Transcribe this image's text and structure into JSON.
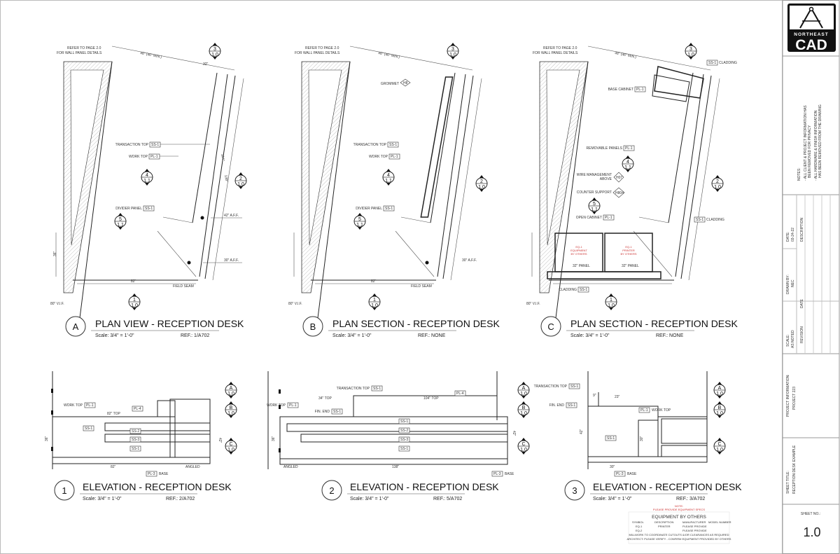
{
  "logo": {
    "line1": "NORTHEAST",
    "line2": "CAD"
  },
  "title_block": {
    "notes_label": "NOTES:",
    "notes": [
      "- ALL CLIENT & PROJECT INFORMATION HAS",
      "BEEN REMOVED FOR PRIVACY",
      "- ALL HARDWARE & FINISH INFORMATION",
      "HAS BEEN REMOVED FROM THE DRAWING"
    ],
    "drawn_by_label": "DRAWN BY:",
    "drawn_by": "NEC",
    "date_label": "DATE:",
    "date": "03-24-22",
    "description_label": "DESCRIPTION",
    "scale_label": "SCALE:",
    "scale": "AS NOTED",
    "revision_label": "REVISION",
    "rev_date_label": "DATE",
    "project_label": "PROJECT INFORMATION:",
    "project": "PROJECT 223",
    "sheet_title_label": "SHEET TITLE:",
    "sheet_title": "RECEPTION DESK EXAMPLE",
    "sheet_no_label": "SHEET NO.:",
    "sheet_no": "1.0"
  },
  "views": [
    {
      "letter": "A",
      "title": "PLAN VIEW - RECEPTION DESK",
      "scale": "Scale: 3/4\" = 1'-0\"",
      "ref": "REF.:  1/A702"
    },
    {
      "letter": "B",
      "title": "PLAN SECTION - RECEPTION DESK",
      "scale": "Scale: 3/4\" = 1'-0\"",
      "ref": "REF.:  NONE"
    },
    {
      "letter": "C",
      "title": "PLAN SECTION - RECEPTION DESK",
      "scale": "Scale: 3/4\" = 1'-0\"",
      "ref": "REF.:  NONE"
    },
    {
      "letter": "1",
      "title": "ELEVATION - RECEPTION DESK",
      "scale": "Scale: 3/4\" = 1'-0\"",
      "ref": "REF.:  2/A702"
    },
    {
      "letter": "2",
      "title": "ELEVATION - RECEPTION DESK",
      "scale": "Scale: 3/4\" = 1'-0\"",
      "ref": "REF.:  5/A702"
    },
    {
      "letter": "3",
      "title": "ELEVATION - RECEPTION DESK",
      "scale": "Scale: 3/4\" = 1'-0\"",
      "ref": "REF.:  3/A702"
    }
  ],
  "plan_labels": {
    "refer": [
      "REFER TO PAGE 2.0",
      "FOR WALL PANEL DETAILS"
    ],
    "top_dim": "48\" (46\" MIN.)",
    "dim_32": "32\"",
    "dim_82": "82\"",
    "dim_104": "104\"",
    "dim_138": "138\"",
    "dim_36": "36\"",
    "vif": "80\" V.I.F.",
    "transaction_top": "TRANSACTION TOP",
    "ss1": "SS-1",
    "work_top": "WORK TOP",
    "pl1": "PL-1",
    "divider_panel": "DIVIDER PANEL",
    "aff42": "42\" A.F.F.",
    "aff30": "30\" A.F.F.",
    "field_seam": "FIELD SEAM",
    "grommet": "GROMMET",
    "h8": "H8",
    "base_cabinet": "BASE CABINET",
    "removable_panels": "REMOVABLE PANELS",
    "wire_mgmt": [
      "WIRE MANAGEMENT",
      "ABOVE"
    ],
    "h07": "H07",
    "counter_support": "COUNTER SUPPORT",
    "h804": "H804",
    "open_cabinet": "OPEN CABINET",
    "cladding": "CLADDING",
    "eq1": [
      "EQ-1",
      "EQUIPMENT",
      "BY OTHERS"
    ],
    "eq2": [
      "EQ-1",
      "PRINTER",
      "BY OTHERS"
    ],
    "panel32": "32\" PANEL"
  },
  "markers": {
    "m3": [
      "3",
      "1.0"
    ],
    "m4": [
      "4",
      "1.1"
    ],
    "m2": [
      "2",
      "1.0"
    ],
    "m5": [
      "5",
      "1.1"
    ],
    "m1": [
      "1",
      "1.0"
    ],
    "mA": [
      "A",
      "1.0"
    ],
    "mB": [
      "B",
      "1.0"
    ],
    "mC": [
      "C",
      "1.0"
    ]
  },
  "elev_labels": {
    "work_top": "WORK TOP",
    "pl1": "PL-1",
    "pl4": "PL-4",
    "top82": "82\" TOP",
    "ss1": "SS-1",
    "ss2": "SS-2",
    "ss3": "SS-3",
    "pl3": "PL-3",
    "base": "BASE",
    "dim82": "82\"",
    "angled": "ANGLED",
    "dim42": "42\"",
    "dim36": "36\"",
    "transaction_top": "TRANSACTION TOP",
    "top34": "34\" TOP",
    "top104": "104\" TOP",
    "fin_end": "FIN. END",
    "dim138": "138\"",
    "dim30": "30\"",
    "dim9": "9\"",
    "dim23": "23\""
  },
  "equipment": {
    "note_label": "NOTE:",
    "note": "PLEASE PROVIDE EQUIPMENT SPECS",
    "title": "EQUIPMENT BY OTHERS",
    "headers": [
      "SYMBOL",
      "DESCRIPTION",
      "MANUFACTURER",
      "MODEL NUMBER"
    ],
    "rows": [
      [
        "EQ-1",
        "PRINTER",
        "PLEASE PROVIDE",
        ""
      ],
      [
        "EQ-2",
        "",
        "PLEASE PROVIDE",
        ""
      ]
    ],
    "footer": [
      "MILLWORK TO COORDINATE CUTOUTS &/OR CLEARANCES AS REQUIRED",
      "ARCHITECT: PLEASE VERIFY - CONFIRM EQUIPMENT PROVIDED BY OTHERS"
    ]
  }
}
